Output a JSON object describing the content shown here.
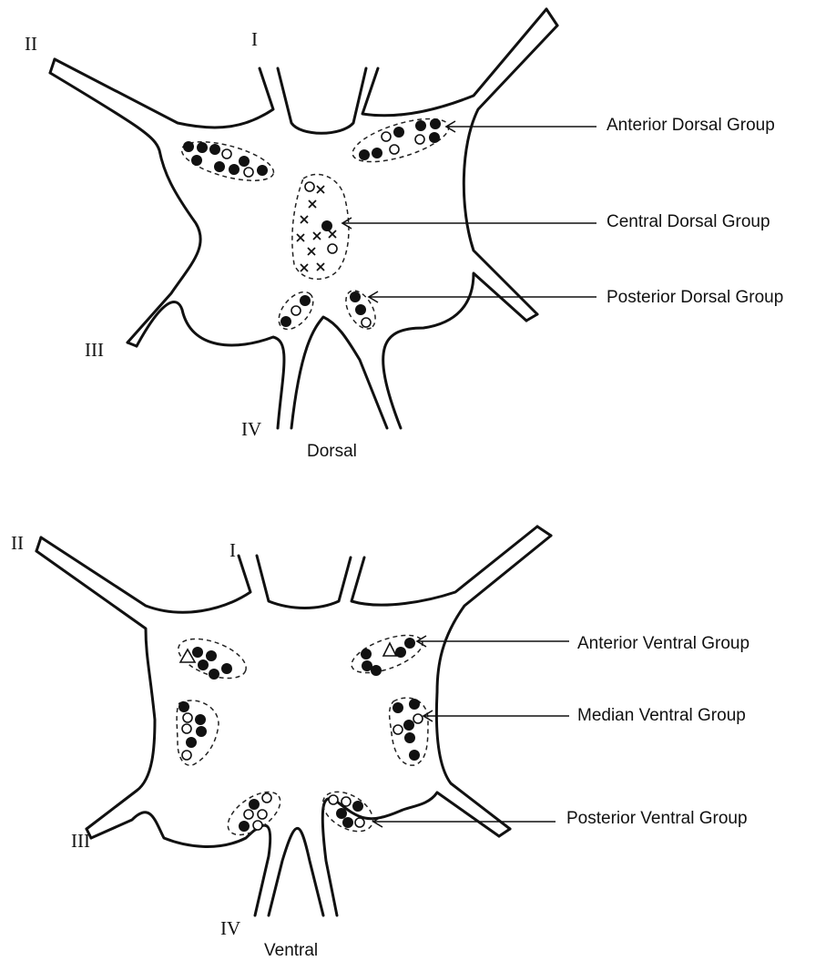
{
  "dorsal": {
    "caption": "Dorsal",
    "roots": {
      "r1": "I",
      "r2": "II",
      "r3": "III",
      "r4": "IV"
    },
    "groups": {
      "anterior": "Anterior Dorsal Group",
      "central": "Central Dorsal Group",
      "posterior": "Posterior Dorsal Group"
    }
  },
  "ventral": {
    "caption": "Ventral",
    "roots": {
      "r1": "I",
      "r2": "II",
      "r3": "III",
      "r4": "IV"
    },
    "groups": {
      "anterior": "Anterior Ventral Group",
      "median": "Median Ventral Group",
      "posterior": "Posterior Ventral Group"
    }
  },
  "markers": {
    "filled": "filled-circle",
    "open": "open-circle",
    "cross": "cross",
    "triangle": "open-triangle"
  }
}
